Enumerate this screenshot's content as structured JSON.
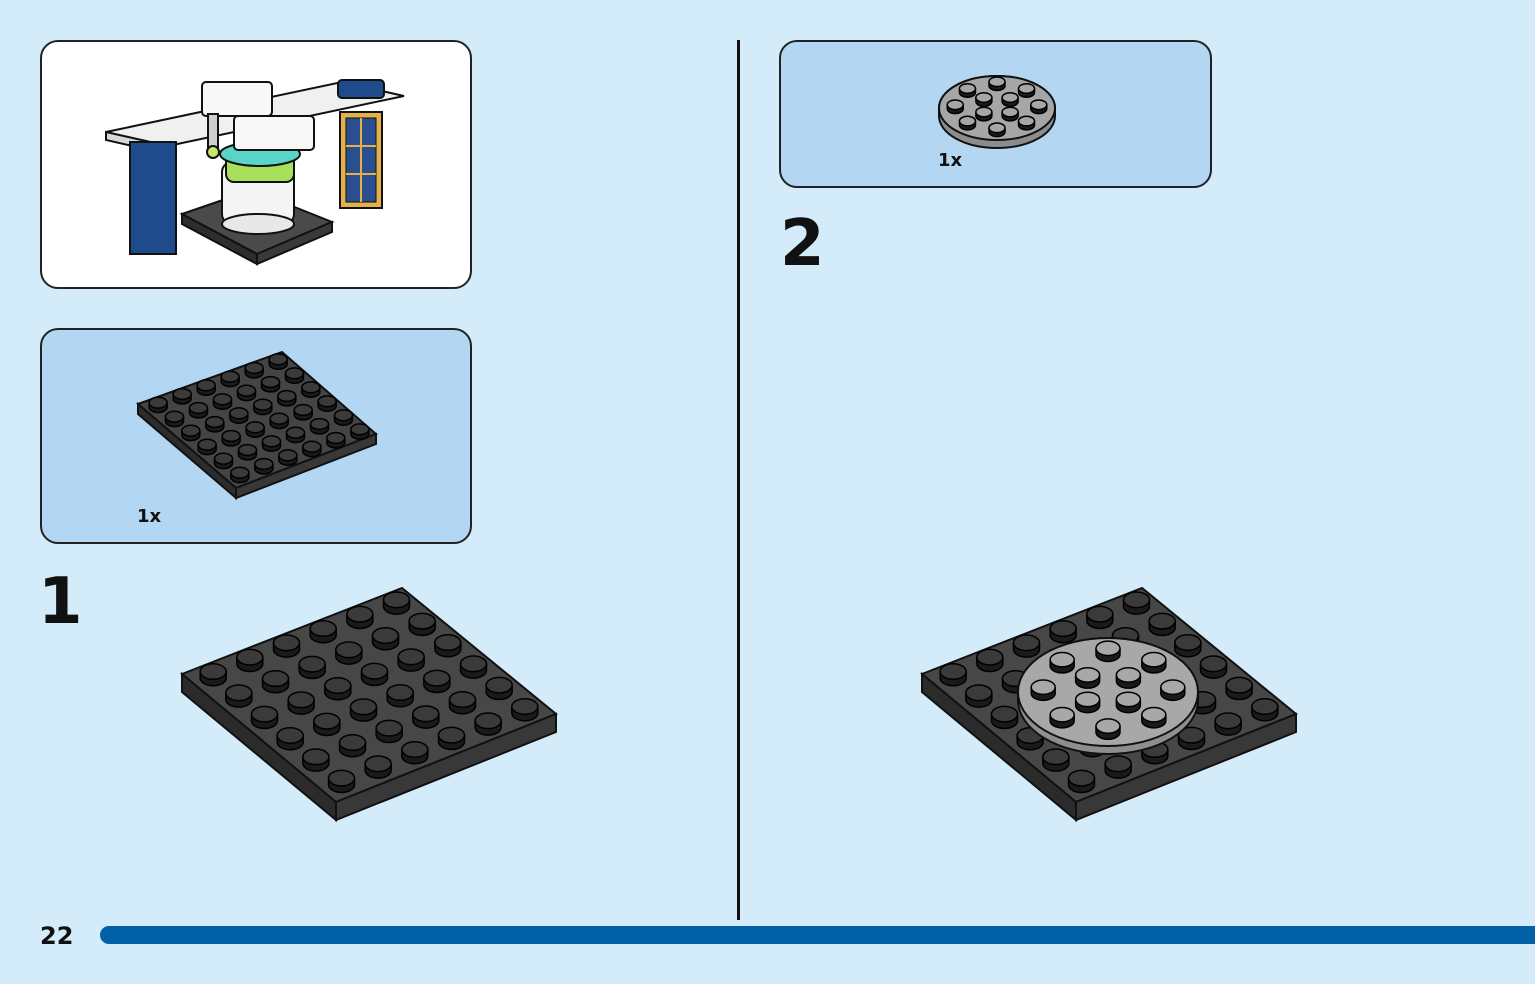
{
  "page": {
    "number": "22"
  },
  "left_column": {
    "parts_callout": {
      "quantity": "1x",
      "part": "plate-6x6-dark-grey-icon"
    },
    "step": {
      "number": "1"
    }
  },
  "right_column": {
    "parts_callout": {
      "quantity": "1x",
      "part": "round-plate-4x4-light-grey-icon"
    },
    "step": {
      "number": "2"
    }
  },
  "colors": {
    "background": "#d4ebfa",
    "callout": "#b3d7f3",
    "progress_bar": "#0060a8",
    "dark_grey_brick": "#3c3c3c",
    "light_grey_brick": "#a8a8a8"
  }
}
